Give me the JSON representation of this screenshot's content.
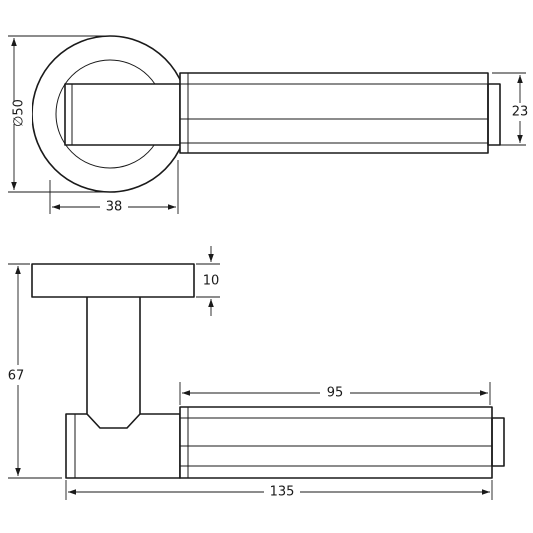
{
  "dimensions": {
    "rose_diameter": "∅50",
    "rose_to_lever_start": "38",
    "lever_height": "23",
    "rose_thickness": "10",
    "projection": "67",
    "lever_grip_length": "95",
    "overall_length": "135"
  },
  "colors": {
    "line": "#1a1a1a",
    "background": "#ffffff"
  }
}
